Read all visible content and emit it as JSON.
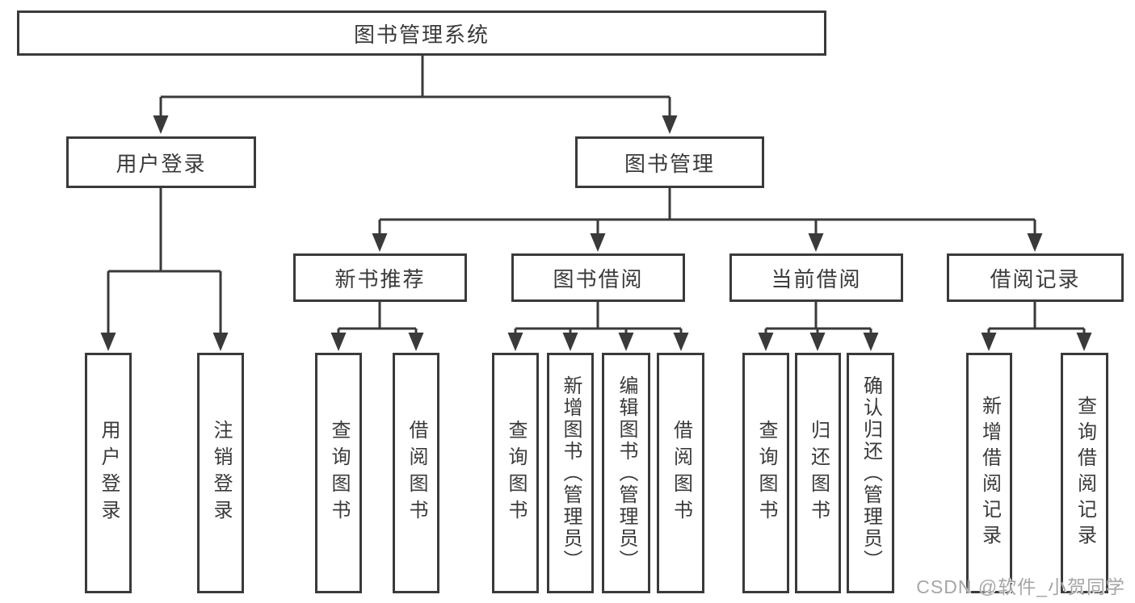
{
  "tree": {
    "root": {
      "label": "图书管理系统"
    },
    "branches": [
      {
        "label": "用户登录",
        "children": [
          "用户登录",
          "注销登录"
        ]
      },
      {
        "label": "图书管理",
        "sections": [
          {
            "label": "新书推荐",
            "children": [
              "查询图书",
              "借阅图书"
            ]
          },
          {
            "label": "图书借阅",
            "children": [
              "查询图书",
              "新增图书（管理员）",
              "编辑图书（管理员）",
              "借阅图书"
            ]
          },
          {
            "label": "当前借阅",
            "children": [
              "查询图书",
              "归还图书",
              "确认归还（管理员）"
            ]
          },
          {
            "label": "借阅记录",
            "children": [
              "新增借阅记录",
              "查询借阅记录"
            ]
          }
        ]
      }
    ]
  },
  "watermark": {
    "text": "CSDN @软件_小贺同学"
  },
  "colors": {
    "line": "#3a3a3a",
    "text": "#3a3a3a",
    "background": "#ffffff",
    "watermark": "#a6a6a6"
  }
}
